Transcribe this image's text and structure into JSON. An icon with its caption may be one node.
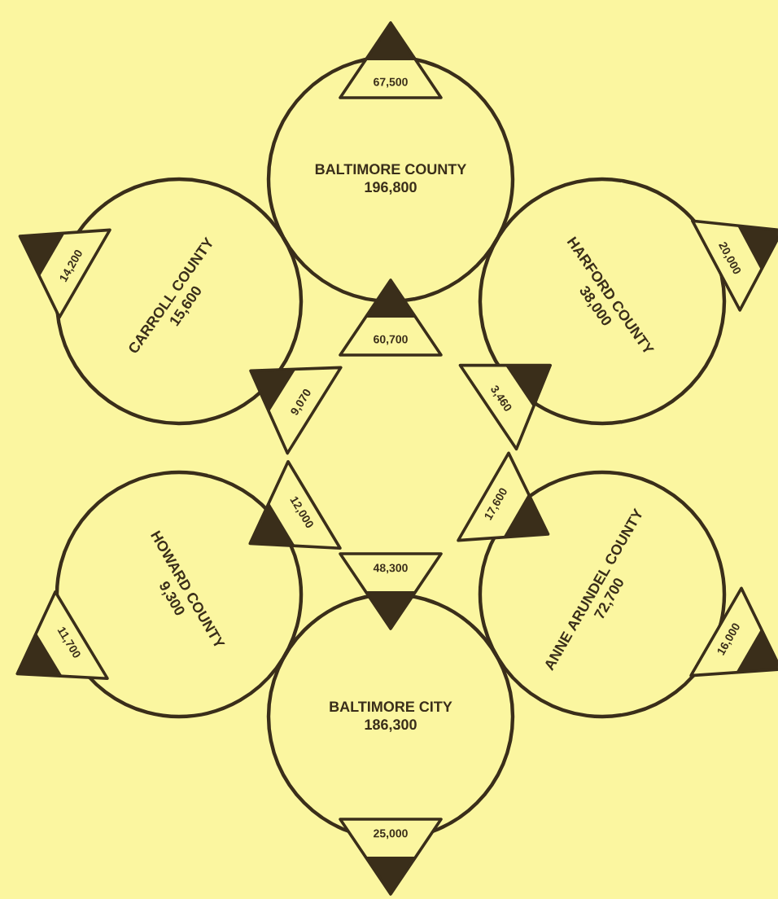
{
  "diagram": {
    "nodes": [
      {
        "text": [
          "BALTIMORE COUNTY",
          "196,800"
        ]
      },
      {
        "text": [
          "CARROLL COUNTY",
          "15,600"
        ]
      },
      {
        "text": [
          "HARFORD COUNTY",
          "38,000"
        ]
      },
      {
        "text": [
          "HOWARD COUNTY",
          "9,300"
        ]
      },
      {
        "text": [
          "ANNE ARUNDEL COUNTY",
          "72,700"
        ]
      },
      {
        "text": [
          "BALTIMORE CITY",
          "186,300"
        ]
      },
      {
        "text": [
          "67,500"
        ]
      },
      {
        "text": [
          "60,700"
        ]
      },
      {
        "text": [
          "14,200"
        ]
      },
      {
        "text": [
          "9,070"
        ]
      },
      {
        "text": [
          "20,000"
        ]
      },
      {
        "text": [
          "3,460"
        ]
      },
      {
        "text": [
          "12,000"
        ]
      },
      {
        "text": [
          "11,700"
        ]
      },
      {
        "text": [
          "17,600"
        ]
      },
      {
        "text": [
          "16,000"
        ]
      },
      {
        "text": [
          "48,300"
        ]
      },
      {
        "text": [
          "25,000"
        ]
      }
    ]
  }
}
